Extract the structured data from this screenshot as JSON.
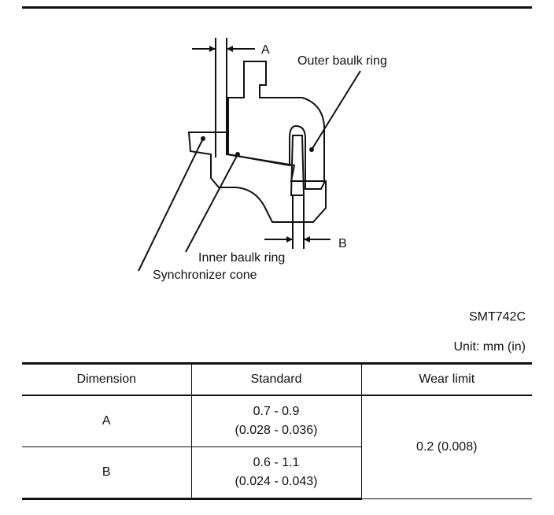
{
  "figure": {
    "label_a": "A",
    "label_b": "B",
    "outer_baulk_ring": "Outer baulk ring",
    "inner_baulk_ring": "Inner baulk ring",
    "synchronizer_cone": "Synchronizer cone",
    "code": "SMT742C"
  },
  "unit": "Unit: mm (in)",
  "table": {
    "headers": [
      "Dimension",
      "Standard",
      "Wear limit"
    ],
    "rows": [
      {
        "dimension": "A",
        "standard_mm": "0.7 - 0.9",
        "standard_in": "(0.028 - 0.036)"
      },
      {
        "dimension": "B",
        "standard_mm": "0.6 - 1.1",
        "standard_in": "(0.024 - 0.043)"
      }
    ],
    "wear_limit": "0.2 (0.008)"
  }
}
